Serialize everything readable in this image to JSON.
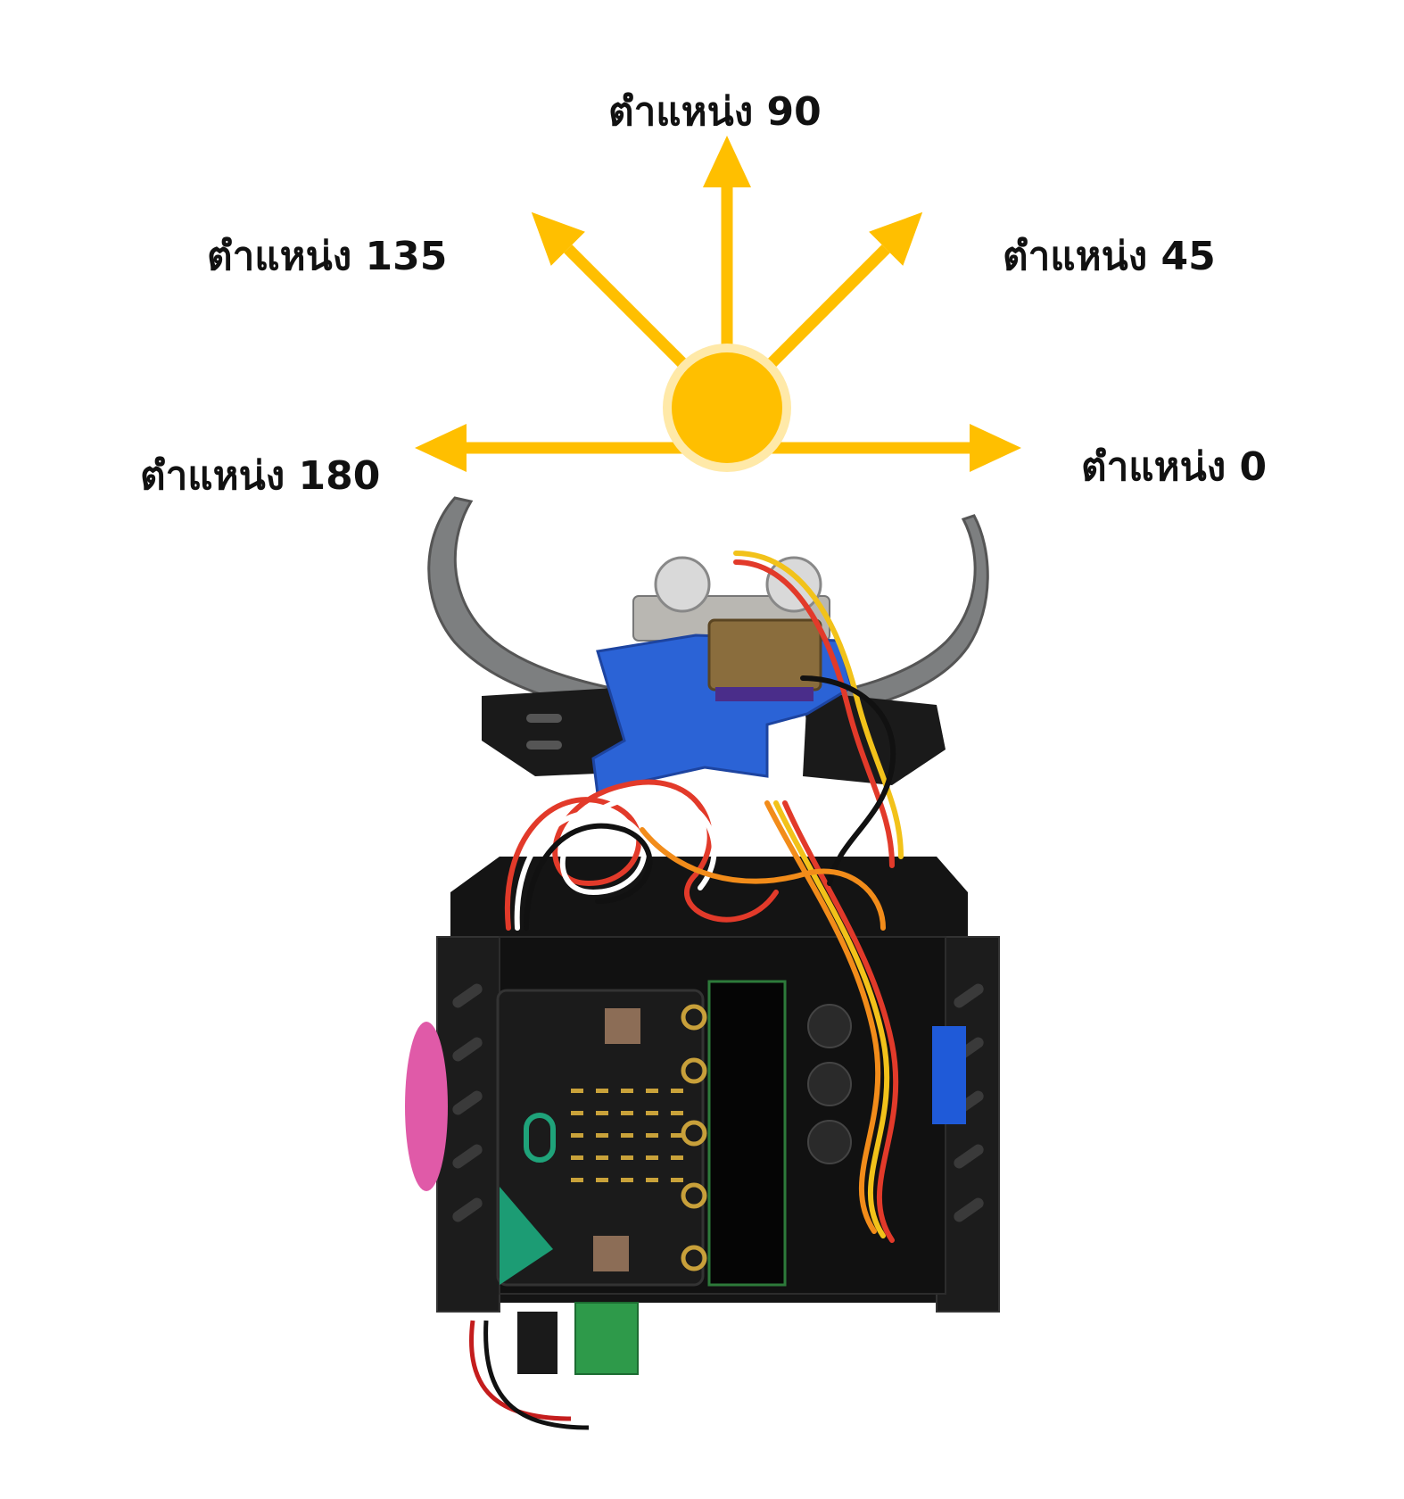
{
  "labels": {
    "pos_90": "ตำแหน่ง 90",
    "pos_135": "ตำแหน่ง 135",
    "pos_45": "ตำแหน่ง 45",
    "pos_180": "ตำแหน่ง 180",
    "pos_0": "ตำแหน่ง 0"
  },
  "colors": {
    "arrow": "#FFBF00",
    "pivot_ring": "#FFE9A8",
    "label_text": "#111111"
  },
  "icons": {
    "robot": "robot-car-with-servo-ultrasonic-icon"
  }
}
